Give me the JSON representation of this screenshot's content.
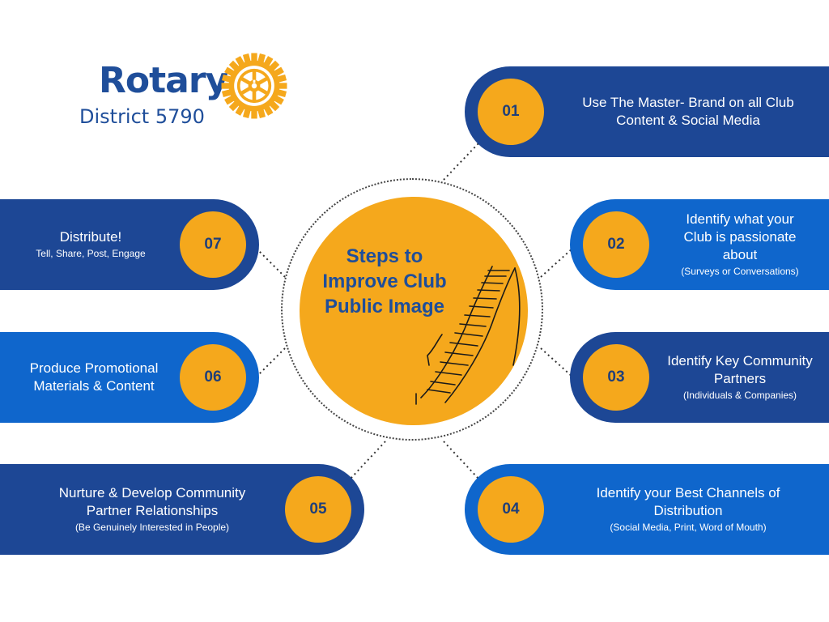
{
  "logo": {
    "wordmark": "Rotary",
    "district": "District 5790",
    "emblem": "rotary-wheel-icon",
    "color": "#1f4e9a",
    "gold": "#f5a81c"
  },
  "center": {
    "title_lines": [
      "Steps to",
      "Improve Club",
      "Public Image"
    ],
    "illustration": "staircase-icon"
  },
  "colors": {
    "navy": "#1d4795",
    "blue": "#0f66cc",
    "gold": "#f5a81c"
  },
  "steps": [
    {
      "number": "01",
      "title": "Use The Master- Brand on all Club Content & Social Media",
      "subtitle": ""
    },
    {
      "number": "02",
      "title": "Identify what your Club is passionate about",
      "subtitle": "(Surveys or Conversations)"
    },
    {
      "number": "03",
      "title": "Identify Key Community Partners",
      "subtitle": "(Individuals & Companies)"
    },
    {
      "number": "04",
      "title": "Identify your Best Channels of Distribution",
      "subtitle": "(Social Media, Print, Word of Mouth)"
    },
    {
      "number": "05",
      "title": "Nurture & Develop Community Partner Relationships",
      "subtitle": "(Be Genuinely Interested in People)"
    },
    {
      "number": "06",
      "title": "Produce Promotional Materials & Content",
      "subtitle": ""
    },
    {
      "number": "07",
      "title": "Distribute!",
      "subtitle": "Tell, Share, Post, Engage"
    }
  ]
}
